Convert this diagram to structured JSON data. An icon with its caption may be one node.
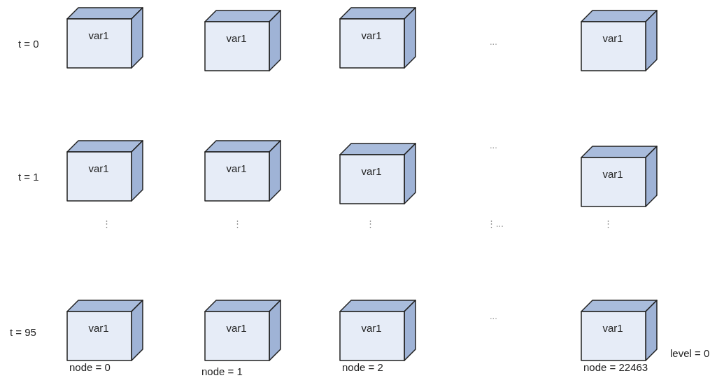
{
  "diagram": {
    "nodes": [
      {
        "text": [
          "var1"
        ]
      },
      {
        "text": [
          "var1"
        ]
      },
      {
        "text": [
          "var1"
        ]
      },
      {
        "text": [
          "var1"
        ]
      },
      {
        "text": [
          "var1"
        ]
      },
      {
        "text": [
          "var1"
        ]
      },
      {
        "text": [
          "var1"
        ]
      },
      {
        "text": [
          "var1"
        ]
      },
      {
        "text": [
          "var1"
        ],
        "beside": [
          "node = 0"
        ]
      },
      {
        "text": [
          "var1"
        ],
        "beside": [
          "node = 1"
        ]
      },
      {
        "text": [
          "var1"
        ],
        "beside": [
          "node = 2"
        ]
      },
      {
        "text": [
          "var1"
        ],
        "beside": [
          "node = 22463"
        ]
      }
    ],
    "edges": [],
    "labels": [
      "t = 0",
      "...",
      "t = 1",
      "...",
      "⋮",
      "⋮",
      "⋮",
      "⋮...",
      "⋮",
      "t = 95",
      "...",
      "level = 0"
    ]
  }
}
